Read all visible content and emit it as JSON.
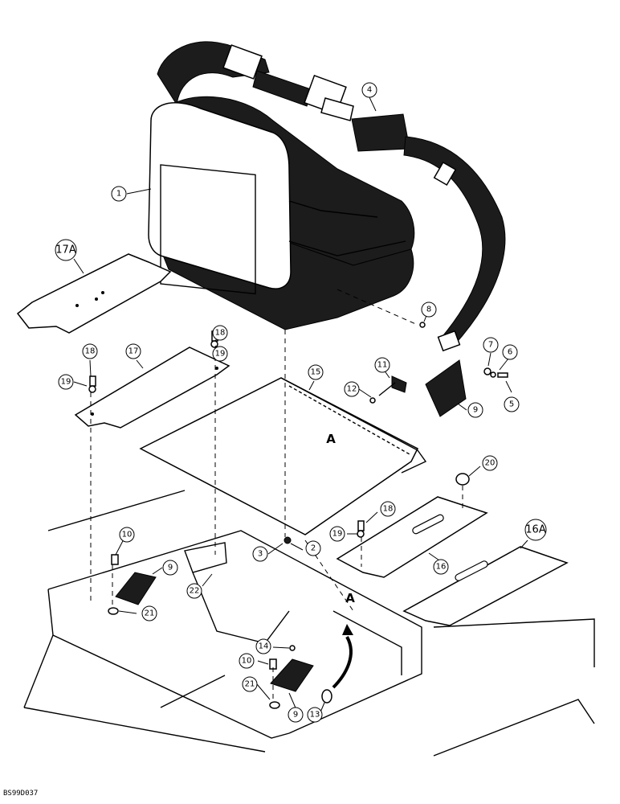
{
  "figure_code": "BS99D037",
  "callouts": [
    {
      "label": "1"
    },
    {
      "label": "4"
    },
    {
      "label": "17A"
    },
    {
      "label": "8"
    },
    {
      "label": "18"
    },
    {
      "label": "19"
    },
    {
      "label": "18"
    },
    {
      "label": "17"
    },
    {
      "label": "19"
    },
    {
      "label": "15"
    },
    {
      "label": "11"
    },
    {
      "label": "12"
    },
    {
      "label": "7"
    },
    {
      "label": "6"
    },
    {
      "label": "5"
    },
    {
      "label": "9"
    },
    {
      "label": "20"
    },
    {
      "label": "16A"
    },
    {
      "label": "18"
    },
    {
      "label": "19"
    },
    {
      "label": "16"
    },
    {
      "label": "10"
    },
    {
      "label": "9"
    },
    {
      "label": "3"
    },
    {
      "label": "2"
    },
    {
      "label": "22"
    },
    {
      "label": "21"
    },
    {
      "label": "14"
    },
    {
      "label": "10"
    },
    {
      "label": "21"
    },
    {
      "label": "9"
    },
    {
      "label": "13"
    }
  ],
  "section_labels": [
    {
      "label": "A"
    },
    {
      "label": "A"
    }
  ]
}
